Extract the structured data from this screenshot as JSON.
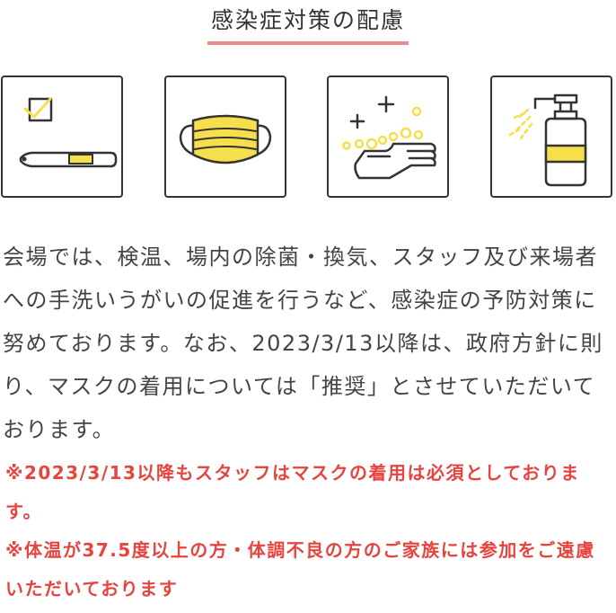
{
  "title": "感染症対策の配慮",
  "icons": [
    {
      "name": "thermometer-check-icon"
    },
    {
      "name": "face-mask-icon"
    },
    {
      "name": "hand-washing-icon"
    },
    {
      "name": "sanitizer-spray-icon"
    }
  ],
  "colors": {
    "accent_underline": "#f08a8a",
    "icon_yellow": "#f6df4a",
    "icon_stroke": "#333333",
    "notice_red": "#e8443f",
    "body_text": "#444444"
  },
  "body_text": "会場では、検温、場内の除菌・換気、スタッフ及び来場者への手洗いうがいの促進を行うなど、感染症の予防対策に努めております。なお、2023/3/13以降は、政府方針に則り、マスクの着用については「推奨」とさせていただいております。",
  "notes": [
    "※2023/3/13以降もスタッフはマスクの着用は必須としております。",
    "※体温が37.5度以上の方・体調不良の方のご家族には参加をご遠慮いただいております"
  ]
}
